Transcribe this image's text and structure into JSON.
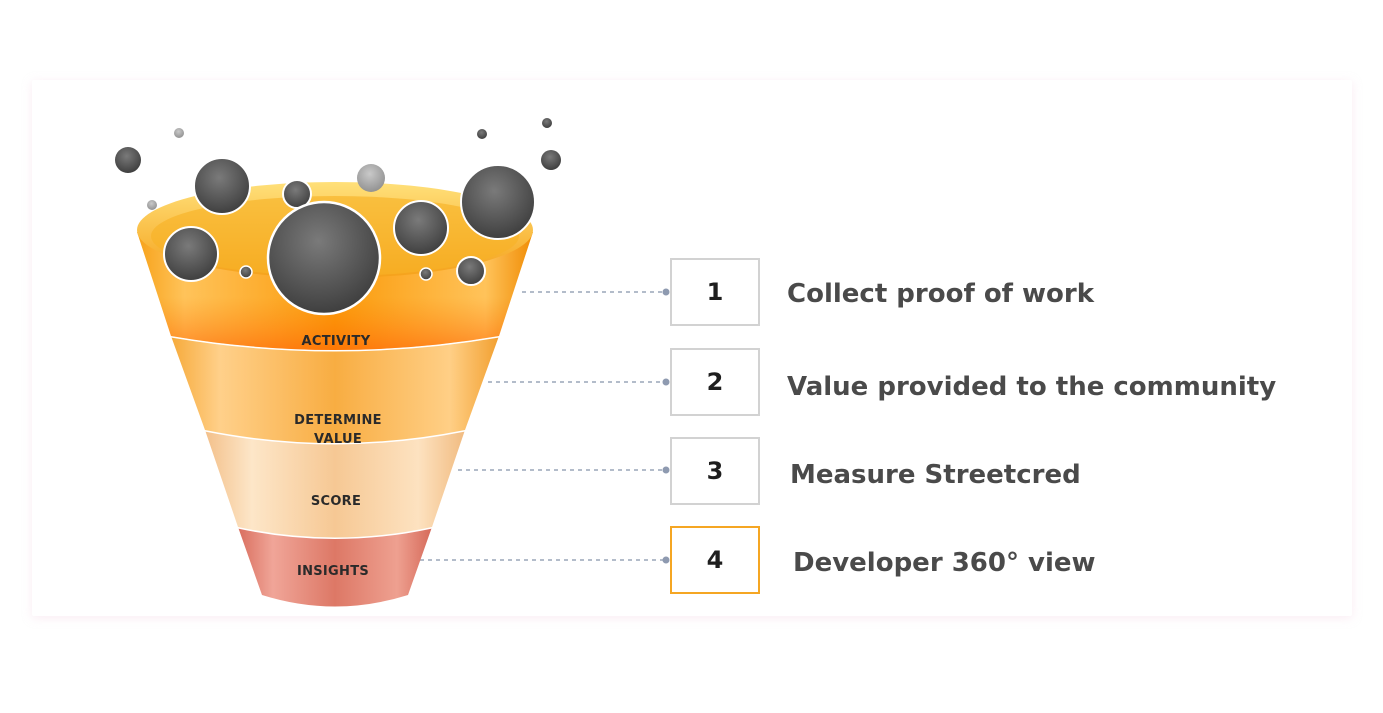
{
  "stages": [
    {
      "id": "activity",
      "lines": [
        "ACTIVITY"
      ]
    },
    {
      "id": "determine-value",
      "lines": [
        "DETERMINE",
        "VALUE"
      ]
    },
    {
      "id": "score",
      "lines": [
        "SCORE"
      ]
    },
    {
      "id": "insights",
      "lines": [
        "INSIGHTS"
      ]
    }
  ],
  "steps": [
    {
      "number": "1",
      "text": "Collect proof of work"
    },
    {
      "number": "2",
      "text": "Value provided to the community"
    },
    {
      "number": "3",
      "text": "Measure Streetcred"
    },
    {
      "number": "4",
      "text": "Developer 360° view"
    }
  ],
  "active_step": "4",
  "colors": {
    "activity": "#fb9e0e",
    "determine_value": "#f7ad3c",
    "score": "#f6c58c",
    "insights": "#de7a6a",
    "bubble": "#555555",
    "active_border": "#f5a623",
    "box_border": "#d2d2d2",
    "connector": "#9aa6b8",
    "step_text": "#4a4a4a"
  }
}
